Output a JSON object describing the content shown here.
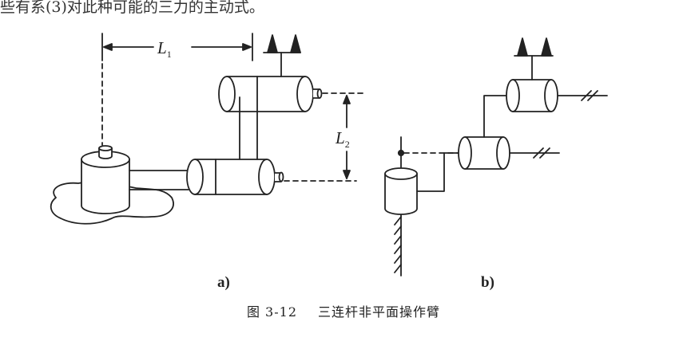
{
  "top_text": "些有系(3)对此种可能的三力的主动式。",
  "figure_a": {
    "label": "a)",
    "l1": "L",
    "l1_sub": "1",
    "l2": "L",
    "l2_sub": "2"
  },
  "figure_b": {
    "label": "b)"
  },
  "caption": {
    "number": "图 3-12",
    "title": "三连杆非平面操作臂"
  }
}
